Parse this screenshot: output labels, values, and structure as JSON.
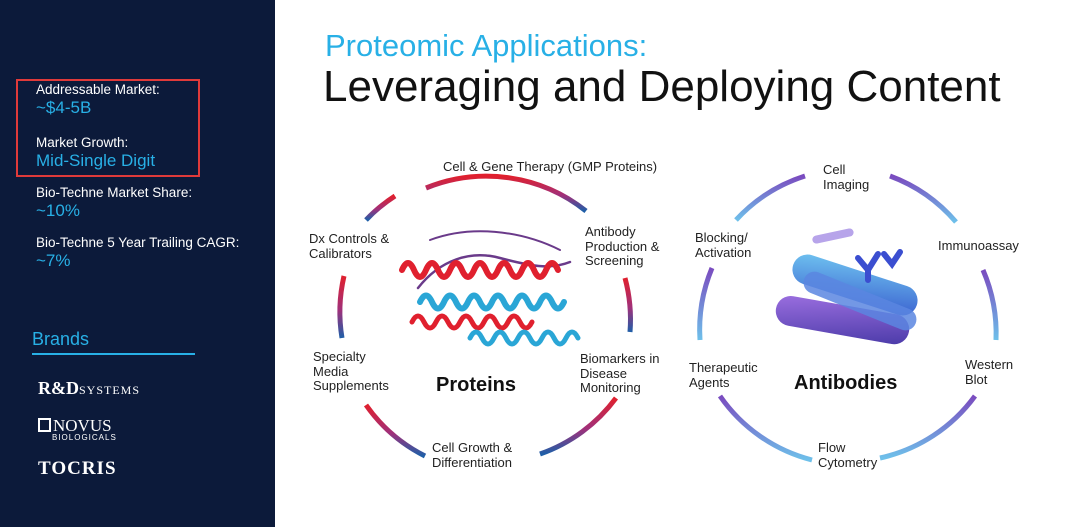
{
  "sidebar": {
    "metrics": [
      {
        "label": "Addressable Market:",
        "value": "~$4-5B"
      },
      {
        "label": "Market Growth:",
        "value": "Mid-Single Digit"
      },
      {
        "label": "Bio-Techne Market Share:",
        "value": "~10%"
      },
      {
        "label": "Bio-Techne 5 Year Trailing CAGR:",
        "value": "~7%"
      }
    ],
    "brands_title": "Brands",
    "brands": {
      "rd_main": "R&D",
      "rd_sub": "SYSTEMS",
      "novus_main": "NOVUS",
      "novus_sub": "BIOLOGICALS",
      "tocris": "TOCRIS"
    }
  },
  "title": {
    "line1": "Proteomic Applications:",
    "line2": "Leveraging and Deploying Content"
  },
  "proteins": {
    "center": "Proteins",
    "labels": [
      "Cell & Gene Therapy (GMP Proteins)",
      "Antibody Production & Screening",
      "Biomarkers in Disease Monitoring",
      "Cell Growth & Differentiation",
      "Specialty Media Supplements",
      "Dx Controls & Calibrators"
    ]
  },
  "antibodies": {
    "center": "Antibodies",
    "labels": [
      "Cell Imaging",
      "Immunoassay",
      "Western Blot",
      "Flow Cytometry",
      "Therapeutic Agents",
      "Blocking/ Activation"
    ]
  },
  "colors": {
    "sidebar_bg": "#0c1a3a",
    "accent": "#28b0e6",
    "highlight": "#e03a3a",
    "proteins_top": "#e0202e",
    "proteins_bottom": "#1f5fa8",
    "antibodies_top": "#7a4bbf",
    "antibodies_bottom": "#6ec0ea"
  }
}
